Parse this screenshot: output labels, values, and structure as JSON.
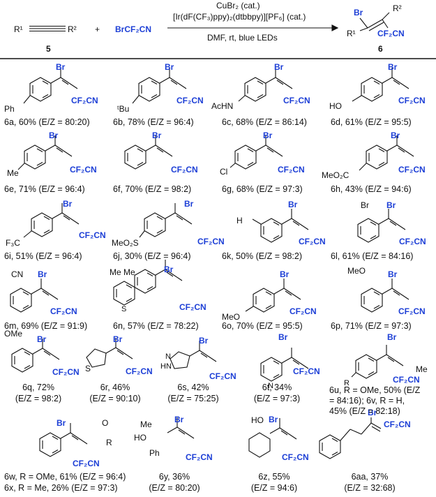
{
  "header": {
    "reagent1": "R¹——R²",
    "reagent1_num": "5",
    "plus": "+",
    "reagent2": "BrCF₂CN",
    "cond1": "CuBr₂  (cat.)",
    "cond2": "[Ir(dF(CF₃)ppy)₂(dtbbpy)][PF₆]  (cat.)",
    "cond3": "DMF, rt, blue LEDs",
    "product_num": "6"
  },
  "atoms": {
    "br": "Br",
    "cf2cn": "CF₂CN",
    "r1": "R¹",
    "r2": "R²"
  },
  "entries": [
    {
      "id": "6a",
      "yield": "60%",
      "ez": "80:20",
      "sub": "Ph"
    },
    {
      "id": "6b",
      "yield": "78%",
      "ez": "96:4",
      "sub": "ᵗBu"
    },
    {
      "id": "6c",
      "yield": "68%",
      "ez": "86:14",
      "sub": "AcHN"
    },
    {
      "id": "6d",
      "yield": "61%",
      "ez": "95:5",
      "sub": "HO"
    },
    {
      "id": "6e",
      "yield": "71%",
      "ez": "96:4",
      "sub": "Me"
    },
    {
      "id": "6f",
      "yield": "70%",
      "ez": "98:2",
      "sub": ""
    },
    {
      "id": "6g",
      "yield": "68%",
      "ez": "97:3",
      "sub": "Cl"
    },
    {
      "id": "6h",
      "yield": "43%",
      "ez": "94:6",
      "sub": "MeO₂C"
    },
    {
      "id": "6i",
      "yield": "51%",
      "ez": "96:4",
      "sub": "F₃C"
    },
    {
      "id": "6j",
      "yield": "30%",
      "ez": "96:4",
      "sub": "MeO₂S"
    },
    {
      "id": "6k",
      "yield": "50%",
      "ez": "98:2",
      "sub": "H"
    },
    {
      "id": "6l",
      "yield": "61%",
      "ez": "84:16",
      "sub": "Br"
    },
    {
      "id": "6m",
      "yield": "69%",
      "ez": "91:9",
      "sub": "CN"
    },
    {
      "id": "6n",
      "yield": "57%",
      "ez": "78:22",
      "sub": "Me  Me"
    },
    {
      "id": "6o",
      "yield": "70%",
      "ez": "95:5",
      "sub": "MeO"
    },
    {
      "id": "6p",
      "yield": "71%",
      "ez": "97:3",
      "sub": "MeO"
    },
    {
      "id": "6q",
      "yield": "72%",
      "ez": "98:2",
      "sub": "OMe"
    },
    {
      "id": "6r",
      "yield": "46%",
      "ez": "90:10",
      "sub": "S"
    },
    {
      "id": "6s",
      "yield": "42%",
      "ez": "75:25",
      "sub": "HN-N"
    },
    {
      "id": "6t",
      "yield": "34%",
      "ez": "97:3",
      "sub": "N"
    },
    {
      "id": "6u",
      "yield": "50%",
      "ez": "84:16",
      "sub": "R = OMe"
    },
    {
      "id": "6v",
      "yield": "45%",
      "ez": "82:18",
      "sub": "R = H"
    },
    {
      "id": "6w",
      "yield": "61%",
      "ez": "96:4",
      "sub": "R = OMe"
    },
    {
      "id": "6x",
      "yield": "26%",
      "ez": "97:3",
      "sub": "R = Me"
    },
    {
      "id": "6y",
      "yield": "36%",
      "ez": "80:20",
      "sub": "HO Me Ph"
    },
    {
      "id": "6z",
      "yield": "55%",
      "ez": "94:6",
      "sub": "HO"
    },
    {
      "id": "6aa",
      "yield": "37%",
      "ez": "32:68",
      "sub": ""
    }
  ],
  "labels": {
    "l6a": "6a, 60% (E/Z = 80:20)",
    "l6b": "6b, 78% (E/Z = 96:4)",
    "l6c": "6c, 68% (E/Z = 86:14)",
    "l6d": "6d, 61% (E/Z = 95:5)",
    "l6e": "6e, 71% (E/Z = 96:4)",
    "l6f": "6f, 70% (E/Z = 98:2)",
    "l6g": "6g, 68% (E/Z = 97:3)",
    "l6h": "6h, 43% (E/Z = 94:6)",
    "l6i": "6i, 51% (E/Z = 96:4)",
    "l6j": "6j, 30% (E/Z = 96:4)",
    "l6k": "6k, 50% (E/Z = 98:2)",
    "l6l": "6l, 61% (E/Z = 84:16)",
    "l6m": "6m, 69% (E/Z = 91:9)",
    "l6n": "6n, 57% (E/Z = 78:22)",
    "l6o": "6o, 70% (E/Z = 95:5)",
    "l6p": "6p, 71% (E/Z = 97:3)",
    "l6q1": "6q, 72%",
    "l6q2": "(E/Z = 98:2)",
    "l6r1": "6r, 46%",
    "l6r2": "(E/Z = 90:10)",
    "l6s1": "6s, 42%",
    "l6s2": "(E/Z = 75:25)",
    "l6t1": "6t, 34%",
    "l6t2": "(E/Z = 97:3)",
    "l6u1": "6u, R = OMe, 50% (E/Z",
    "l6u2": "= 84:16); 6v, R = H,",
    "l6u3": "45% (E/Z = 82:18)",
    "l6w": "6w, R = OMe, 61% (E/Z = 96:4)",
    "l6x": "6x, R = Me, 26% (E/Z = 97:3)",
    "l6y1": "6y, 36%",
    "l6y2": "(E/Z = 80:20)",
    "l6z1": "6z, 55%",
    "l6z2": "(E/Z = 94:6)",
    "l6aa1": "6aa, 37%",
    "l6aa2": "(E/Z = 32:68)"
  },
  "colors": {
    "accent": "#1d3fd6",
    "text": "#111111"
  }
}
